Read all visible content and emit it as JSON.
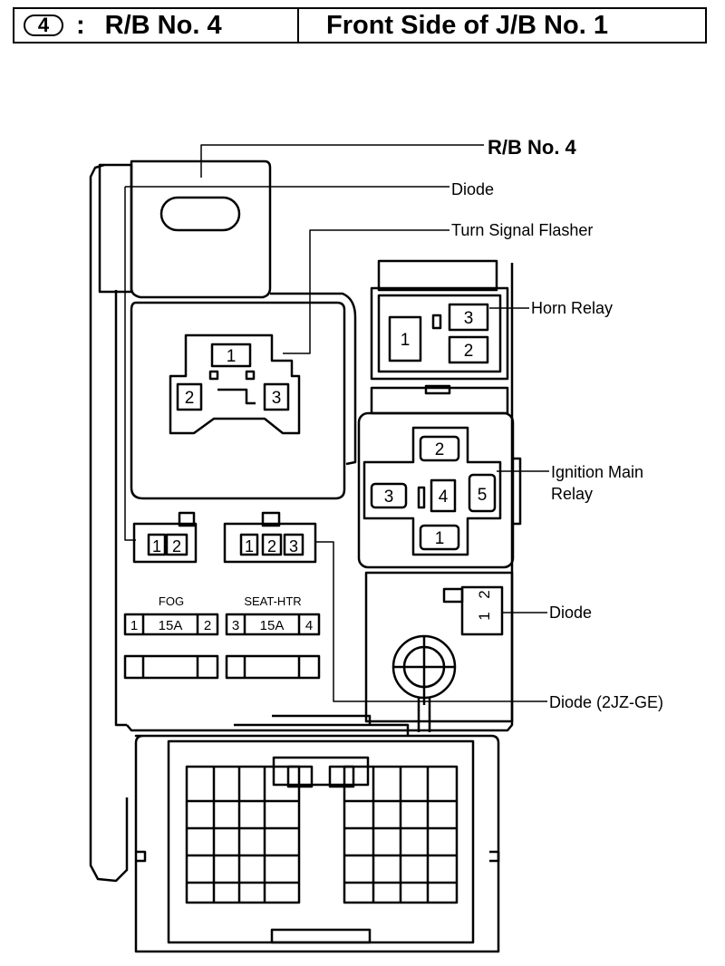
{
  "header": {
    "badge": "4",
    "colon": ":",
    "left_title": "R/B No. 4",
    "right_title": "Front Side of J/B No. 1"
  },
  "labels": {
    "rb_no4": "R/B No. 4",
    "diode_top": "Diode",
    "turn_signal_flasher": "Turn Signal Flasher",
    "horn_relay": "Horn Relay",
    "ignition_main_relay_line1": "Ignition Main",
    "ignition_main_relay_line2": "Relay",
    "diode_mid": "Diode",
    "diode_2jz": "Diode (2JZ-GE)"
  },
  "pins": {
    "flasher": [
      "1",
      "2",
      "3"
    ],
    "horn": [
      "1",
      "3",
      "2"
    ],
    "ignition": [
      "2",
      "3",
      "4",
      "5",
      "1"
    ],
    "diode_small": [
      "1",
      "2"
    ],
    "diode_3pin": [
      "1",
      "2",
      "3"
    ],
    "diode_right": [
      "2",
      "1"
    ]
  },
  "fuses": {
    "fog": {
      "name": "FOG",
      "left_pin": "1",
      "rating": "15A",
      "right_pin": "2"
    },
    "seat_htr": {
      "name": "SEAT-HTR",
      "left_pin": "3",
      "rating": "15A",
      "right_pin": "4"
    }
  }
}
